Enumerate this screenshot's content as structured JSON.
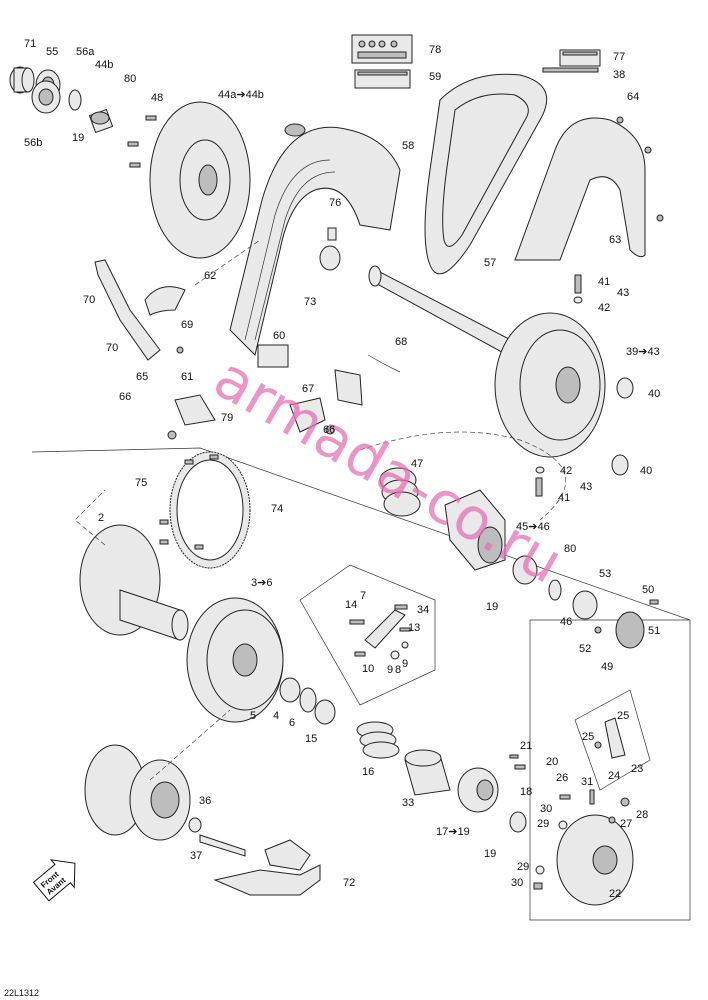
{
  "diagram_code": "22L1312",
  "watermark": "armada-co.ru",
  "front_arrow": {
    "line1": "Front",
    "line2": "Avant"
  },
  "callouts": [
    "71",
    "55",
    "56a",
    "44b",
    "56b",
    "80",
    "19",
    "48",
    "44a➔44b",
    "78",
    "77",
    "38",
    "59",
    "58",
    "76",
    "64",
    "62",
    "70",
    "69",
    "70",
    "57",
    "73",
    "63",
    "41",
    "43",
    "42",
    "60",
    "68",
    "39➔43",
    "65",
    "61",
    "67",
    "40",
    "66",
    "79",
    "66",
    "47",
    "42",
    "43",
    "41",
    "40",
    "75",
    "74",
    "2",
    "45➔46",
    "80",
    "19",
    "3➔6",
    "7",
    "34",
    "14",
    "13",
    "50",
    "53",
    "46",
    "51",
    "52",
    "49",
    "10",
    "9",
    "8",
    "9",
    "5",
    "4",
    "6",
    "15",
    "25",
    "25",
    "21",
    "23",
    "24",
    "20",
    "16",
    "33",
    "26",
    "31",
    "30",
    "28",
    "27",
    "36",
    "18",
    "29",
    "17➔19",
    "19",
    "37",
    "29",
    "72",
    "30",
    "22"
  ]
}
